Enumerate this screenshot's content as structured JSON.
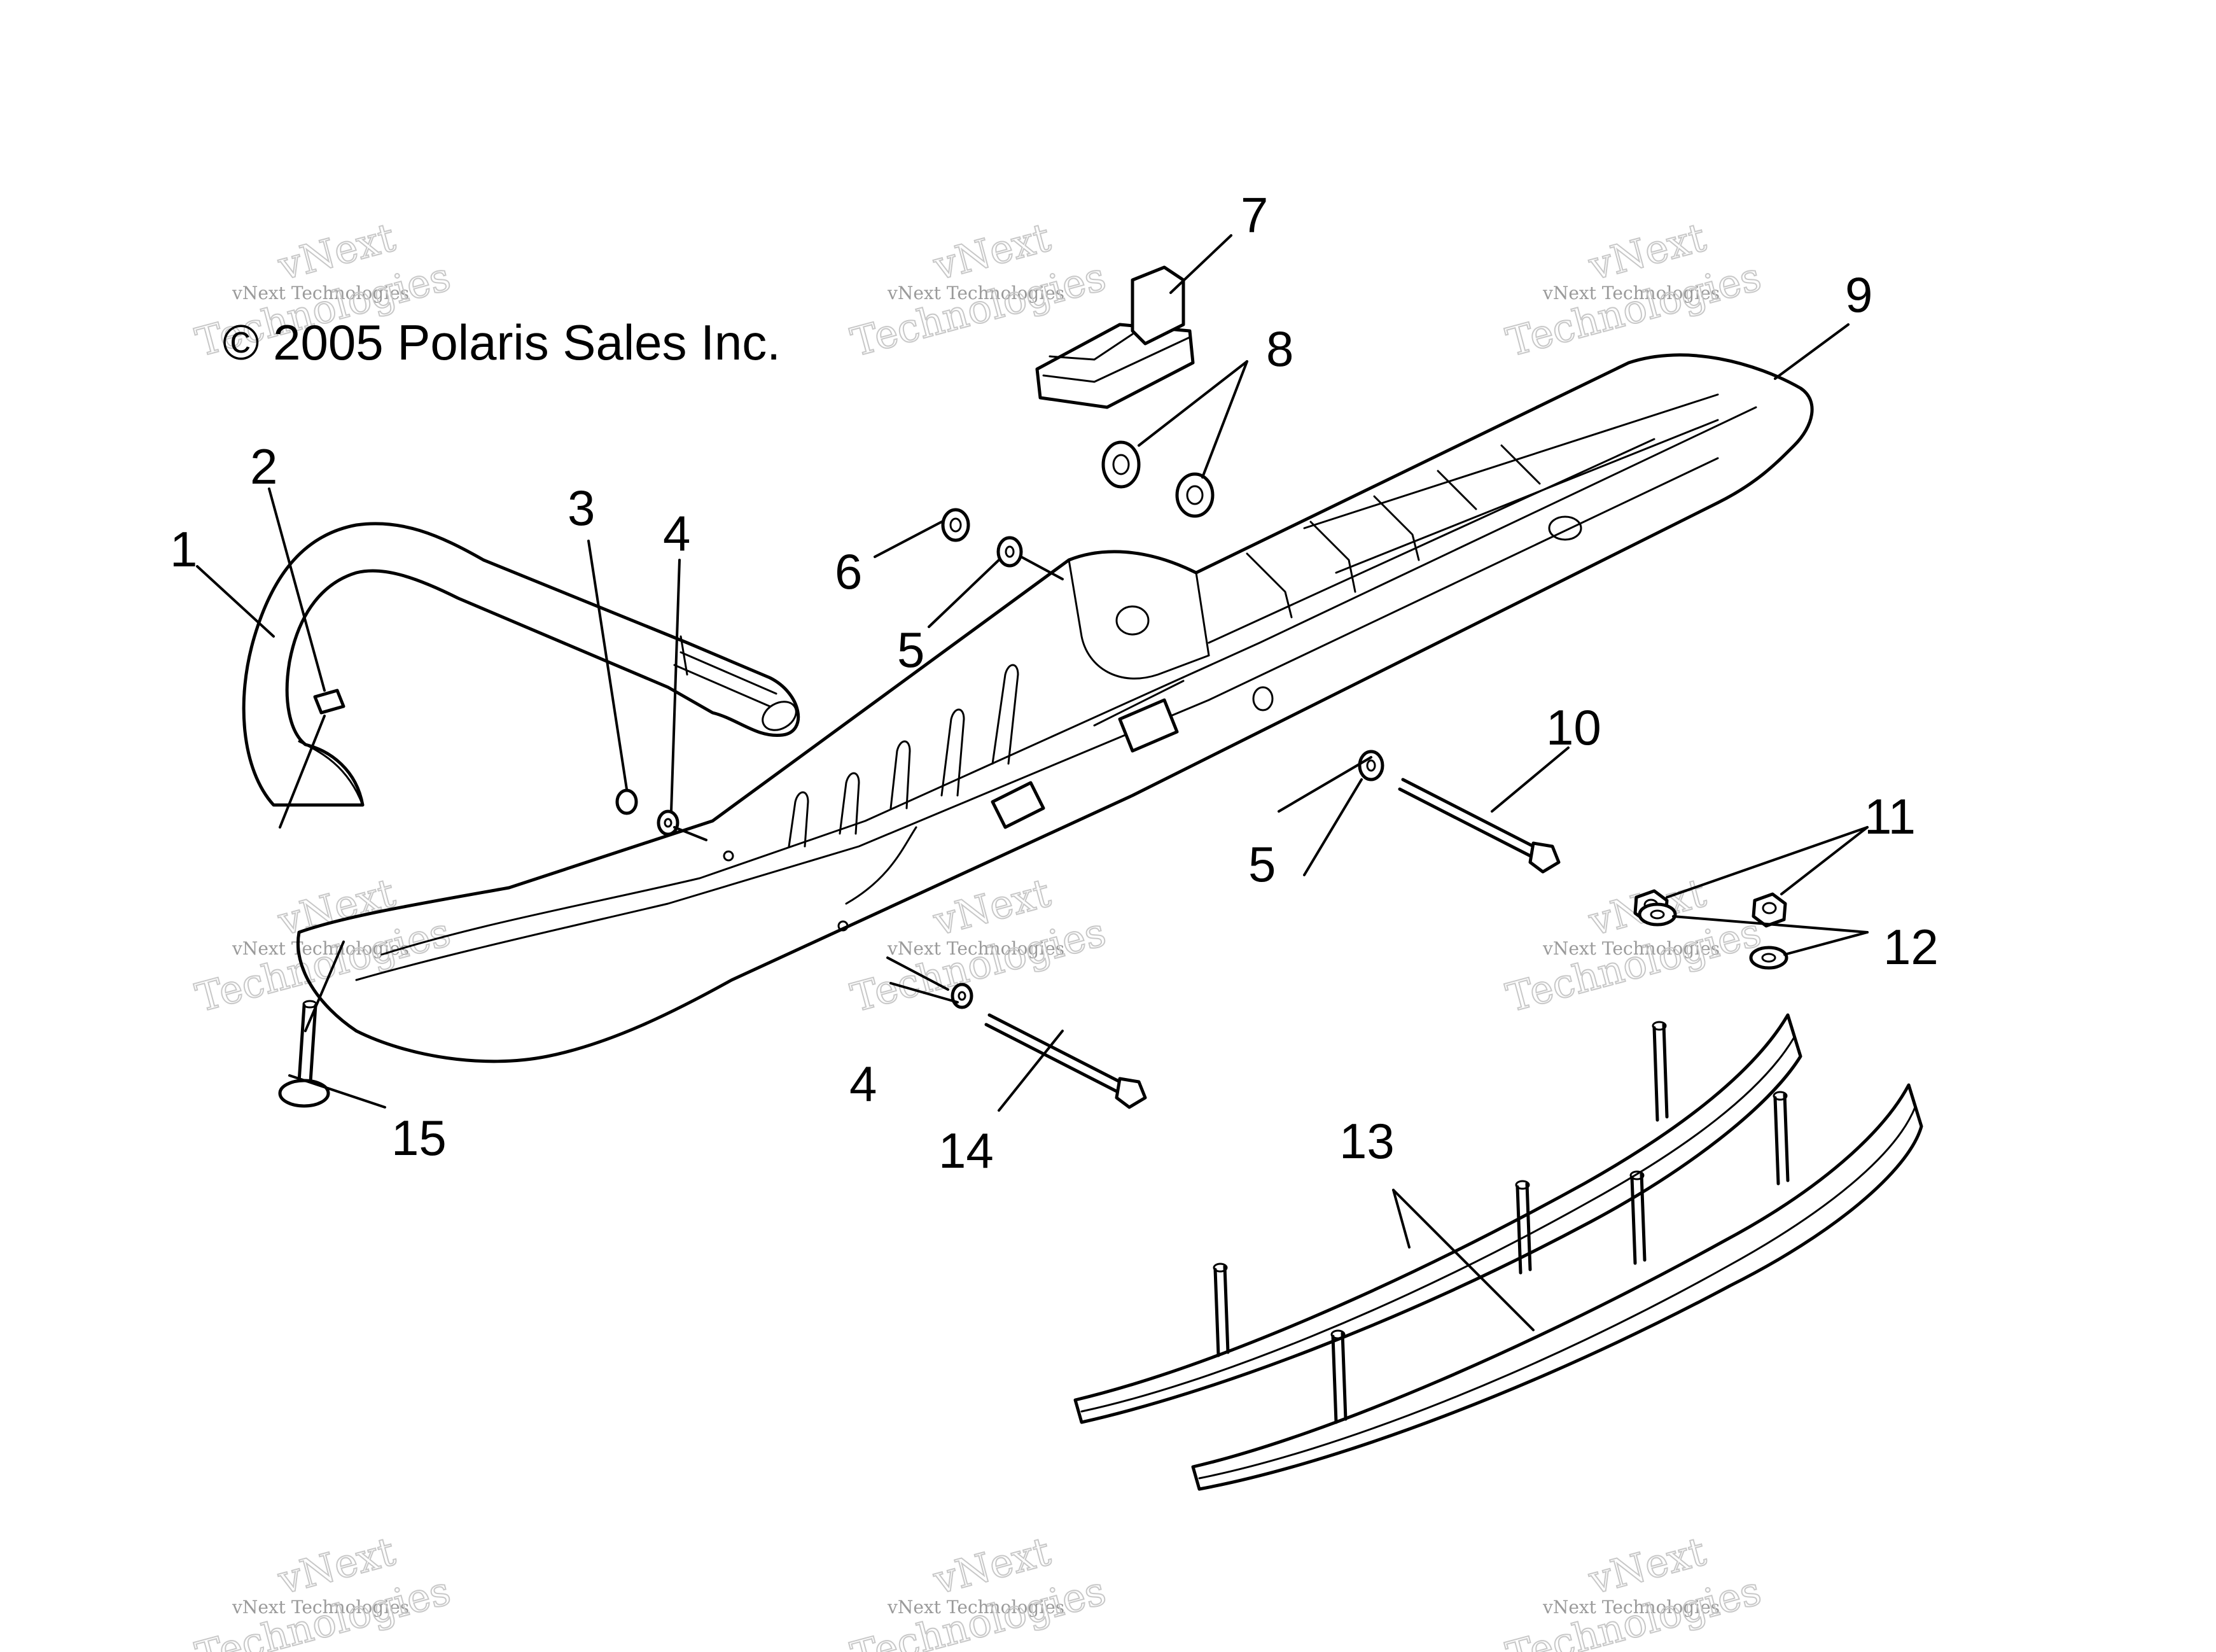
{
  "diagram": {
    "copyright": "© 2005 Polaris Sales Inc.",
    "watermark": {
      "line1": "vNext",
      "line2": "vNext Technologies",
      "line3": "Technologies"
    },
    "callouts": [
      {
        "id": "c1",
        "label": "1"
      },
      {
        "id": "c2",
        "label": "2"
      },
      {
        "id": "c3",
        "label": "3"
      },
      {
        "id": "c4a",
        "label": "4"
      },
      {
        "id": "c4b",
        "label": "4"
      },
      {
        "id": "c5a",
        "label": "5"
      },
      {
        "id": "c5b",
        "label": "5"
      },
      {
        "id": "c6",
        "label": "6"
      },
      {
        "id": "c7",
        "label": "7"
      },
      {
        "id": "c8",
        "label": "8"
      },
      {
        "id": "c9",
        "label": "9"
      },
      {
        "id": "c10",
        "label": "10"
      },
      {
        "id": "c11",
        "label": "11"
      },
      {
        "id": "c12",
        "label": "12"
      },
      {
        "id": "c13",
        "label": "13"
      },
      {
        "id": "c14",
        "label": "14"
      },
      {
        "id": "c15",
        "label": "15"
      }
    ]
  }
}
